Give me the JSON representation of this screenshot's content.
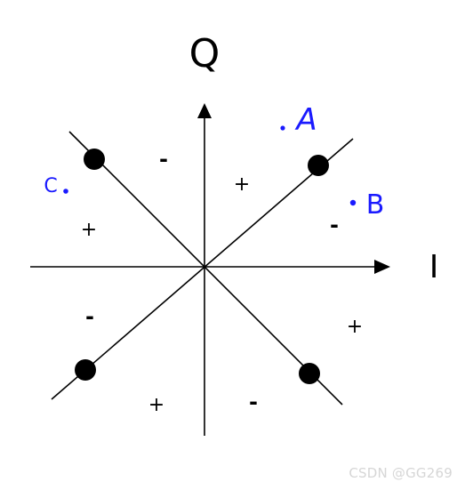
{
  "diagram": {
    "axis_q_label": "Q",
    "axis_i_label": "I",
    "point_labels": {
      "a": "A",
      "b": "B",
      "c": "C"
    },
    "signs": {
      "s1": "-",
      "s2": "+",
      "s3": "+",
      "s4": "-",
      "s5": "-",
      "s6": "+",
      "s7": "+",
      "s8": "-"
    },
    "colors": {
      "ink": "#000000",
      "annotation": "#1a1aff"
    }
  },
  "watermark": "CSDN @GG269"
}
